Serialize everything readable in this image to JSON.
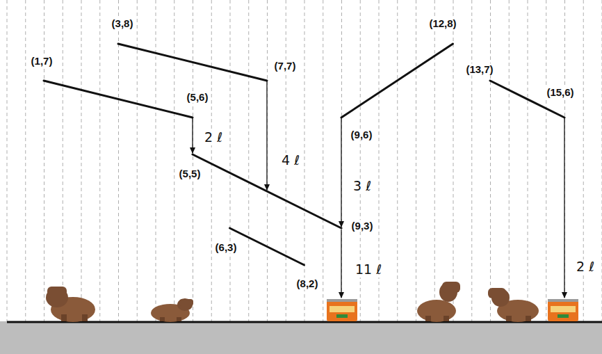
{
  "diagram": {
    "labels": [
      "(3,8)",
      "(12,8)",
      "(1,7)",
      "(7,7)",
      "(13,7)",
      "(5,6)",
      "(15,6)",
      "2 ℓ",
      "(9,6)",
      "4 ℓ",
      "(5,5)",
      "3 ℓ",
      "(9,3)",
      "(6,3)",
      "11 ℓ",
      "2 ℓ",
      "(8,2)"
    ]
  }
}
